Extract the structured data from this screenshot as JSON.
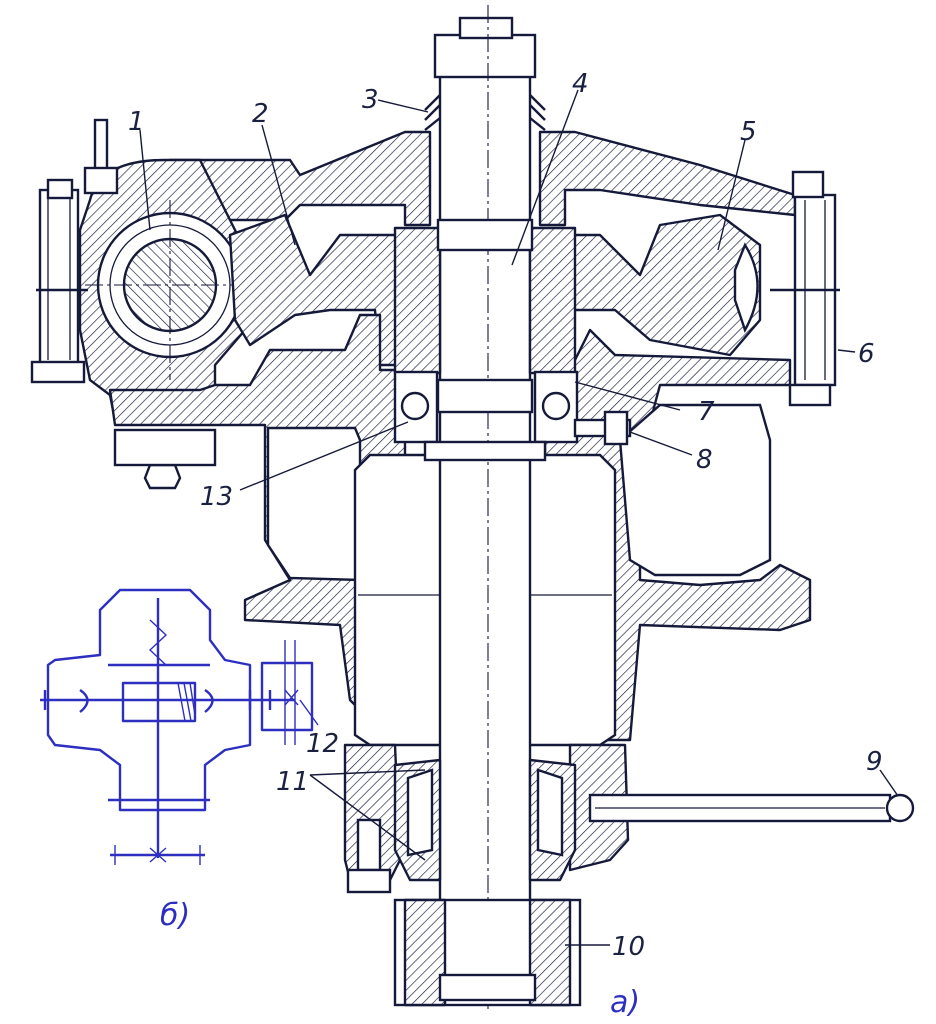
{
  "labels": {
    "l1": "1",
    "l2": "2",
    "l3": "3",
    "l4": "4",
    "l5": "5",
    "l6": "6",
    "l7": "7",
    "l8": "8",
    "l9": "9",
    "l10": "10",
    "l11": "11",
    "l12": "12",
    "l13": "13",
    "view_a": "а)",
    "view_b": "б)"
  },
  "colors": {
    "ink": "#161a3a",
    "schematic": "#2d2fc0",
    "background": "#ffffff"
  }
}
